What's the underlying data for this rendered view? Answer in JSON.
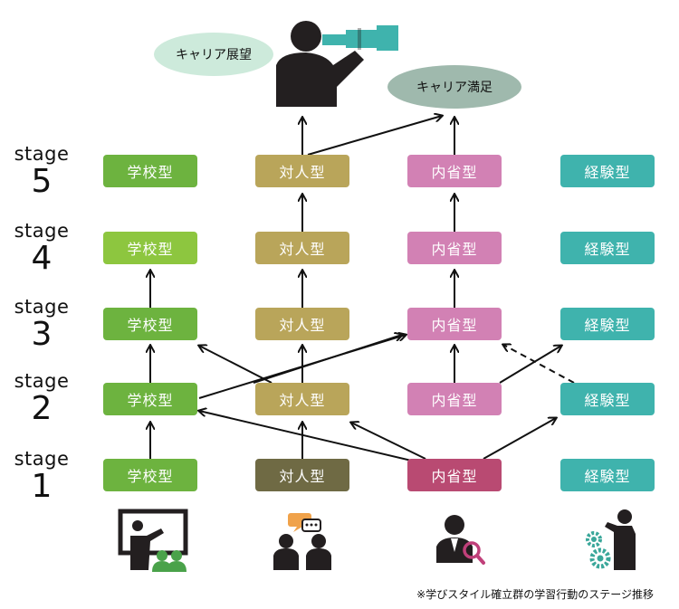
{
  "bubbles": {
    "career_outlook": "キャリア展望",
    "career_satisfaction": "キャリア満足"
  },
  "columns": [
    {
      "label": "学校型"
    },
    {
      "label": "対人型"
    },
    {
      "label": "内省型"
    },
    {
      "label": "経験型"
    }
  ],
  "stages": [
    {
      "word": "stage",
      "num": "5"
    },
    {
      "word": "stage",
      "num": "4"
    },
    {
      "word": "stage",
      "num": "3"
    },
    {
      "word": "stage",
      "num": "2"
    },
    {
      "word": "stage",
      "num": "1"
    }
  ],
  "colors": {
    "school": "#6db33f",
    "school_light": "#8dc63f",
    "interpersonal": "#b9a55a",
    "interpersonal_dark": "#6f6a44",
    "reflective": "#d281b4",
    "reflective_dark": "#b94a72",
    "experiential": "#3fb3ad",
    "icon_green": "#4aa24a",
    "icon_orange": "#f0a24a",
    "icon_magenta": "#c0407a",
    "icon_teal": "#3aa79a",
    "bubble_outlook": "#cdeadb",
    "bubble_satisfaction": "#9fb9ad",
    "telescope": "#3fb3ad"
  },
  "icons": [
    "teacher-whiteboard-icon",
    "dialogue-icon",
    "person-magnifier-icon",
    "person-gears-icon",
    "person-telescope-icon"
  ],
  "footnote": "※学びスタイル確立群の学習行動のステージ推移"
}
